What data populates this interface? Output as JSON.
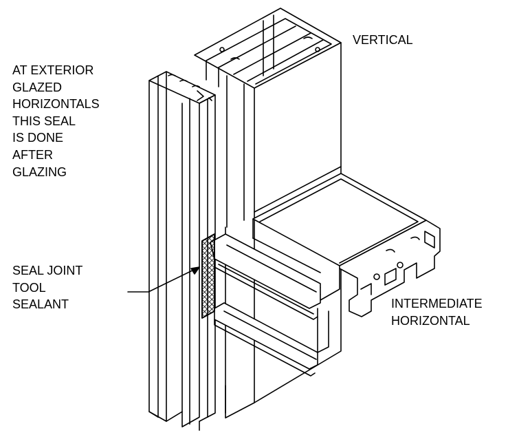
{
  "labels": {
    "vertical": "VERTICAL",
    "exterior_note": [
      "AT EXTERIOR",
      "GLAZED",
      "HORIZONTALS",
      "THIS SEAL",
      "IS DONE",
      "AFTER",
      "GLAZING"
    ],
    "seal_note": [
      "SEAL JOINT",
      "TOOL",
      "SEALANT"
    ],
    "horizontal": [
      "INTERMEDIATE",
      "HORIZONTAL"
    ]
  },
  "colors": {
    "line": "#000000",
    "background": "#ffffff",
    "sealant_hatch": "#000000"
  }
}
